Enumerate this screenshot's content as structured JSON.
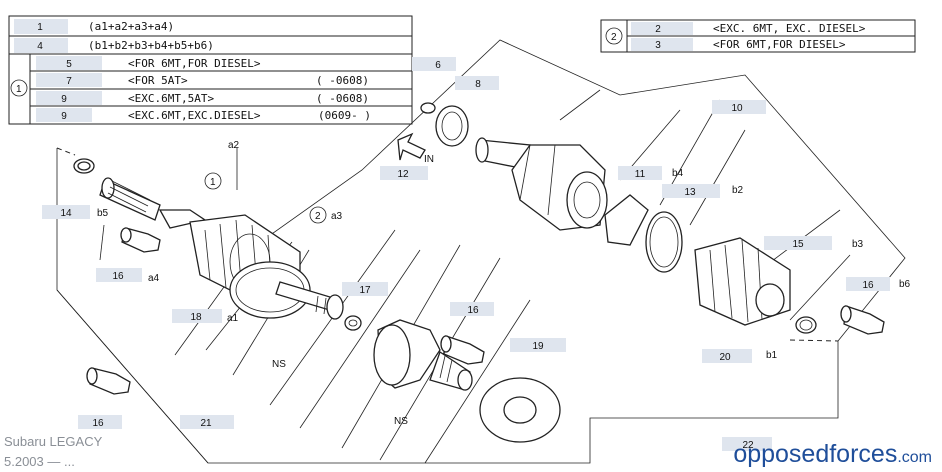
{
  "legend_left": {
    "rows": [
      {
        "ref": "1",
        "text": "(a1+a2+a3+a4)"
      },
      {
        "ref": "4",
        "text": "(b1+b2+b3+b4+b5+b6)"
      },
      {
        "ref": "5",
        "text": "<FOR 6MT,FOR DIESEL>"
      },
      {
        "ref": "7",
        "text": "<FOR 5AT>",
        "range": "(    -0608)"
      },
      {
        "ref": "9",
        "text": "<EXC.6MT,5AT>",
        "range": "(    -0608)"
      },
      {
        "ref": "9",
        "text": "<EXC.6MT,EXC.DIESEL>",
        "range": "(0609-    )"
      }
    ],
    "group_marker": "1"
  },
  "legend_right": {
    "group_marker": "2",
    "rows": [
      {
        "ref": "2",
        "text": "<EXC. 6MT, EXC. DIESEL>"
      },
      {
        "ref": "3",
        "text": "<FOR 6MT,FOR DIESEL>"
      }
    ]
  },
  "callouts": [
    "6",
    "8",
    "10",
    "11",
    "12",
    "13",
    "14",
    "15",
    "16",
    "16",
    "16",
    "16",
    "17",
    "18",
    "19",
    "20",
    "21",
    "22"
  ],
  "labels": {
    "a1": "a1",
    "a2": "a2",
    "a3": "a3",
    "a4": "a4",
    "b1": "b1",
    "b2": "b2",
    "b3": "b3",
    "b4": "b4",
    "b5": "b5",
    "b6": "b6",
    "ns1": "NS",
    "ns2": "NS",
    "in": "IN",
    "m1": "1",
    "m2": "2"
  },
  "footer": {
    "model": "Subaru LEGACY",
    "date": "5.2003 — ...",
    "brand_main": "opposedforces",
    "brand_tld": ".com"
  },
  "colors": {
    "callout_bg": "#dfe5ee",
    "brand": "#1f4e9a",
    "footer_text": "#8a8f96"
  }
}
